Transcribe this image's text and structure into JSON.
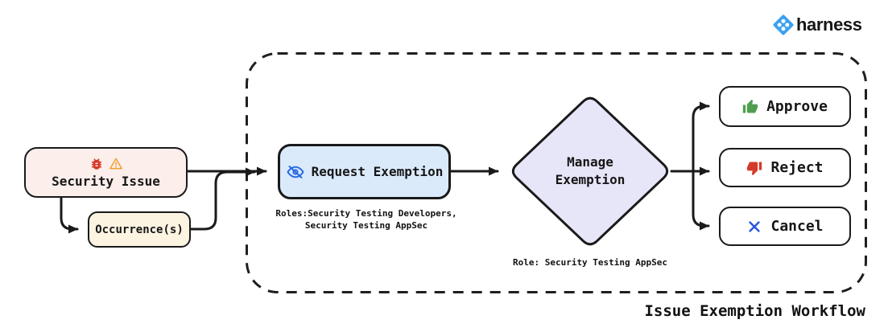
{
  "header": {
    "brand": "harness"
  },
  "caption": "Issue Exemption Workflow",
  "nodes": {
    "security_issue": {
      "label": "Security Issue"
    },
    "occurrences": {
      "label": "Occurrence(s)"
    },
    "request_exemption": {
      "label": "Request Exemption",
      "roles_line1": "Roles:Security Testing Developers,",
      "roles_line2": "Security Testing AppSec"
    },
    "manage_exemption": {
      "line1": "Manage",
      "line2": "Exemption",
      "role_note": "Role: Security Testing AppSec"
    },
    "approve": {
      "label": "Approve"
    },
    "reject": {
      "label": "Reject"
    },
    "cancel": {
      "label": "Cancel"
    }
  },
  "palette": {
    "arrow": "#1a1a1a",
    "border": "#1a1a1a",
    "security_issue_bg": "#fbeeeb",
    "occurrences_bg": "#fcf3e1",
    "request_exemption_bg": "#dbeafb",
    "manage_exemption_bg": "#e7e5f8",
    "action_bg": "#ffffff",
    "bug_red": "#d93a26",
    "warning_orange": "#ef9f2e",
    "eye_blue": "#2b6be4",
    "approve_green": "#4f9e50",
    "reject_red": "#d23b2a",
    "cancel_blue": "#2b57dd",
    "harness_blue": "#3aa1f0"
  }
}
